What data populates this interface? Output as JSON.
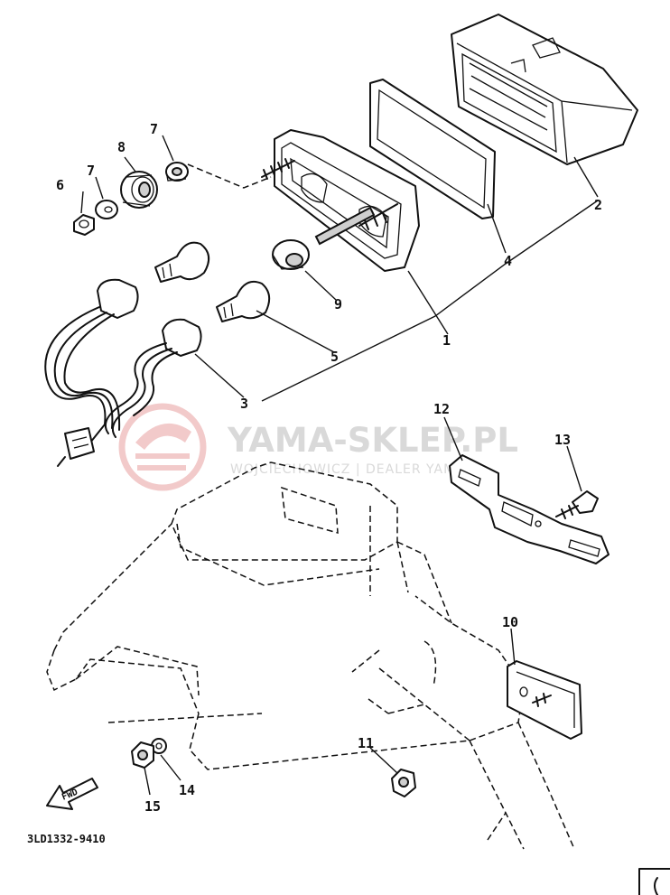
{
  "watermark": {
    "title": "YAMA-SKLEP.PL",
    "subtitle": "WOJCIECHOWICZ | DEALER YAMAHA"
  },
  "diagram": {
    "drawing_code": "3LD1332-9410",
    "direction_arrow_label": "FWD",
    "callouts": [
      {
        "id": "c1",
        "label": "1"
      },
      {
        "id": "c2",
        "label": "2"
      },
      {
        "id": "c3",
        "label": "3"
      },
      {
        "id": "c4",
        "label": "4"
      },
      {
        "id": "c5",
        "label": "5"
      },
      {
        "id": "c6",
        "label": "6"
      },
      {
        "id": "c7a",
        "label": "7"
      },
      {
        "id": "c7b",
        "label": "7"
      },
      {
        "id": "c8",
        "label": "8"
      },
      {
        "id": "c9",
        "label": "9"
      },
      {
        "id": "c10",
        "label": "10"
      },
      {
        "id": "c11",
        "label": "11"
      },
      {
        "id": "c12",
        "label": "12"
      },
      {
        "id": "c13",
        "label": "13"
      },
      {
        "id": "c14",
        "label": "14"
      },
      {
        "id": "c15",
        "label": "15"
      }
    ]
  },
  "colors": {
    "line": "#111111",
    "watermark_text": "#d9d9d9",
    "watermark_logo": "#e8a0a0"
  }
}
